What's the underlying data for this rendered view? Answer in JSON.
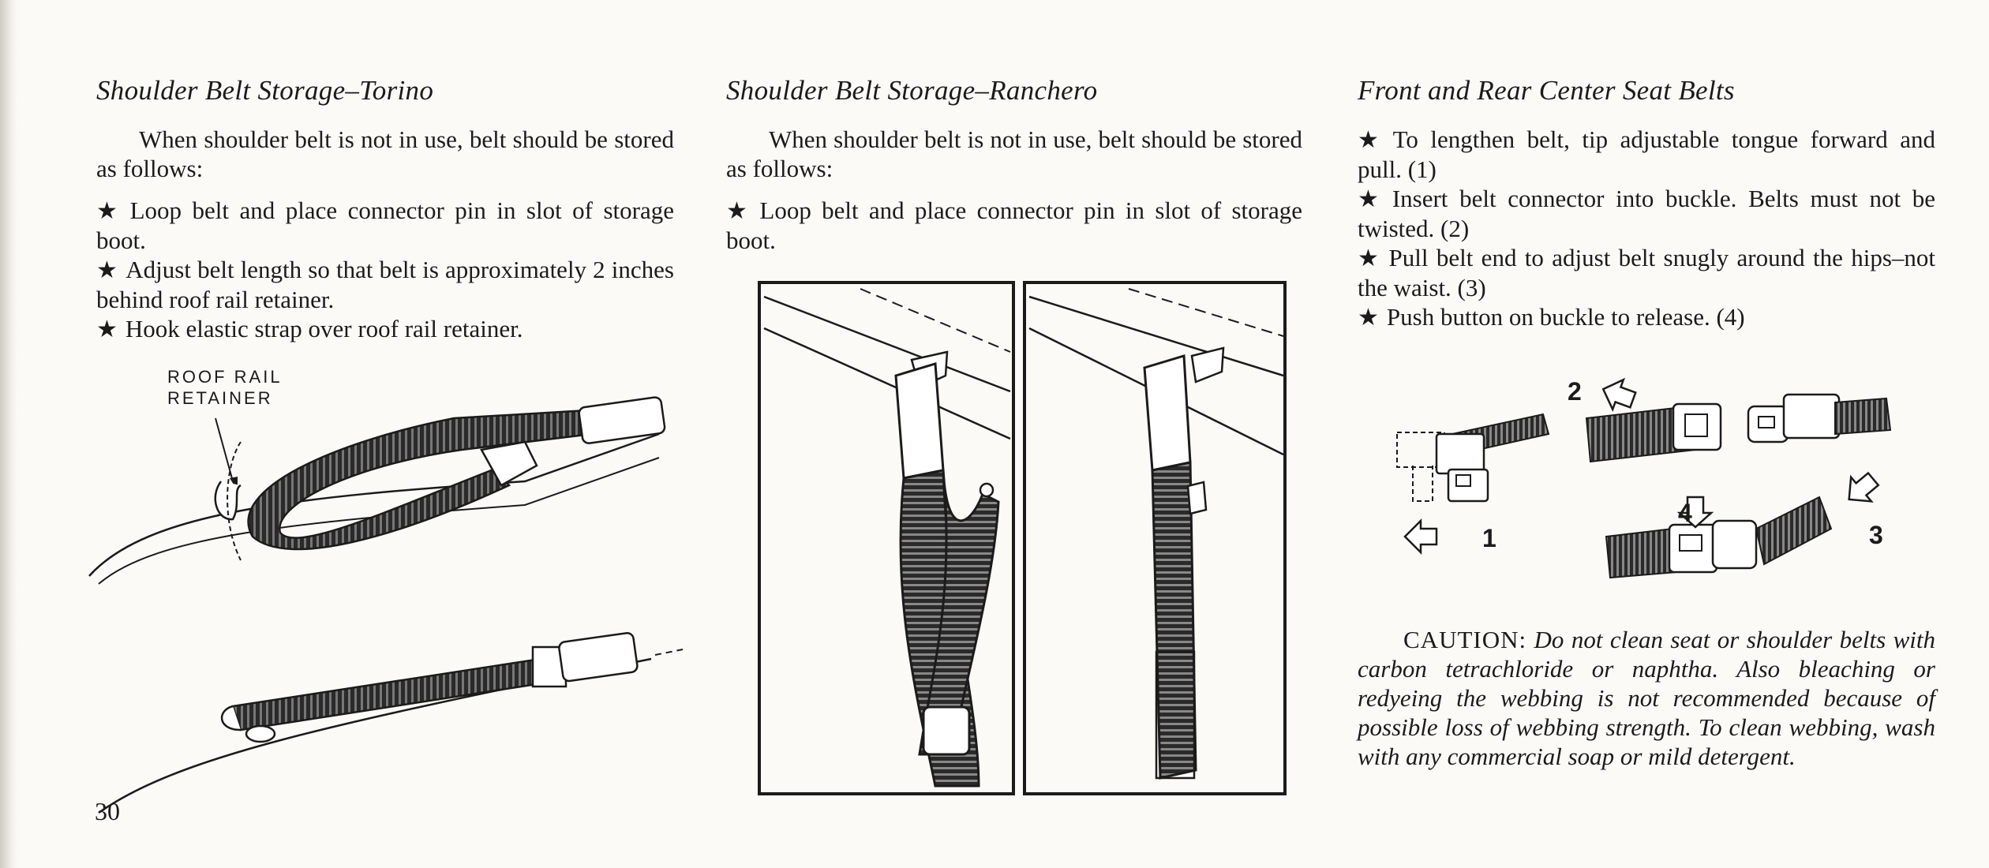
{
  "page_number": "30",
  "torino": {
    "title": "Shoulder Belt Storage–Torino",
    "intro": "When shoulder belt is not in use, belt should be stored as follows:",
    "steps": [
      "Loop belt and place connector pin in slot of storage boot.",
      "Adjust belt length so that belt is approximately 2 inches behind roof rail retainer.",
      "Hook elastic strap over roof rail retainer."
    ],
    "figure_label": "ROOF RAIL RETAINER"
  },
  "ranchero": {
    "title": "Shoulder Belt Storage–Ranchero",
    "intro": "When shoulder belt is not in use, belt should be stored as follows:",
    "steps": [
      "Loop belt and place connector pin in slot of storage boot."
    ]
  },
  "center_belts": {
    "title": "Front and Rear Center Seat Belts",
    "steps": [
      "To lengthen belt, tip adjustable tongue forward and pull. (1)",
      "Insert belt connector into buckle. Belts must not be twisted. (2)",
      "Pull belt end to adjust belt snugly around the hips–not the waist. (3)",
      "Push button on buckle to release. (4)"
    ],
    "diagram_numbers": [
      "1",
      "2",
      "3",
      "4"
    ],
    "caution_lead": "CAUTION:",
    "caution_text": "Do not clean seat or shoulder belts with carbon tetrachloride or naphtha. Also bleaching or redyeing the webbing is not recommended because of possible loss of webbing strength. To clean webbing, wash with any commercial soap or mild detergent."
  }
}
